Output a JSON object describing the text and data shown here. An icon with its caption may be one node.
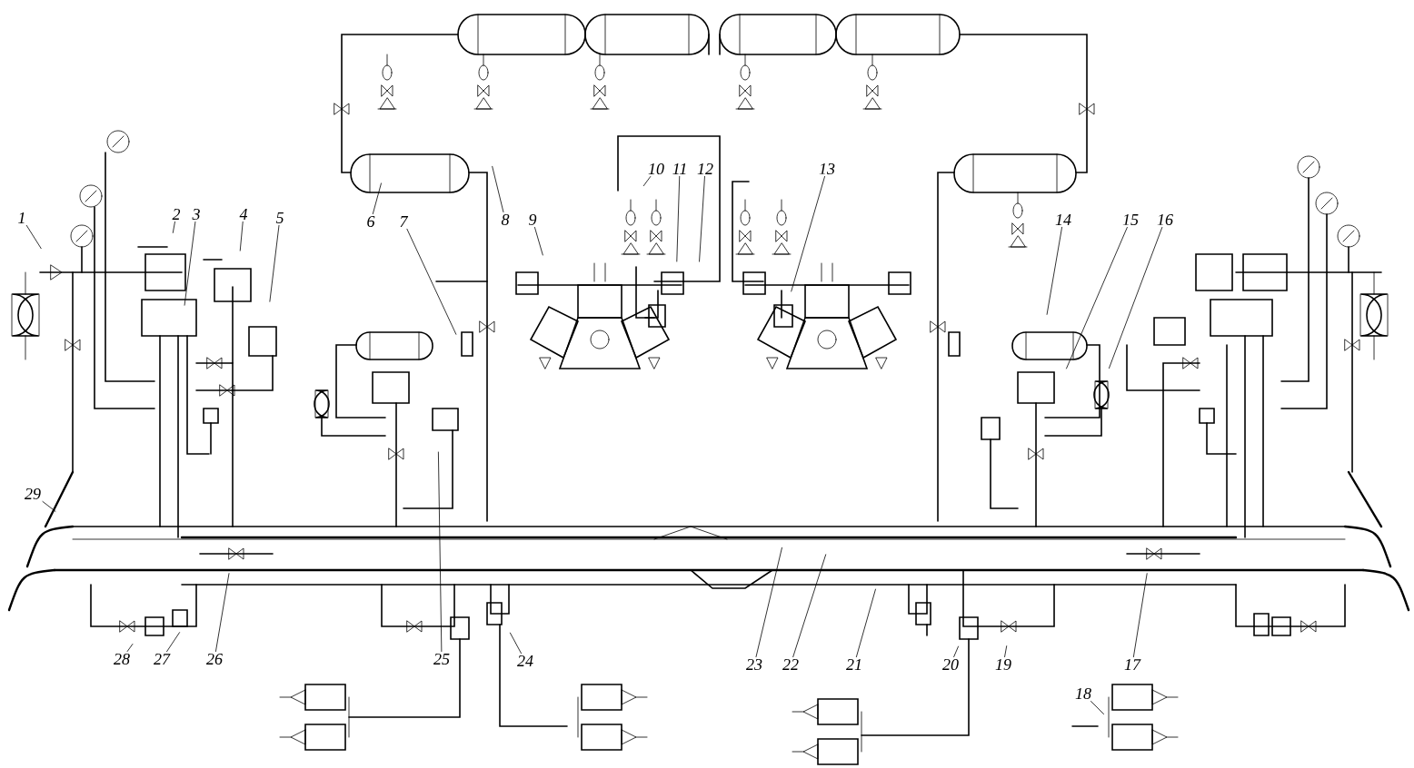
{
  "diagram": {
    "nodes": [
      {
        "text": [
          "1"
        ]
      },
      {
        "text": [
          "2"
        ]
      },
      {
        "text": [
          "3"
        ]
      },
      {
        "text": [
          "4"
        ]
      },
      {
        "text": [
          "5"
        ]
      },
      {
        "text": [
          "6"
        ]
      },
      {
        "text": [
          "7"
        ]
      },
      {
        "text": [
          "8"
        ]
      },
      {
        "text": [
          "9"
        ]
      },
      {
        "text": [
          "10"
        ]
      },
      {
        "text": [
          "11"
        ]
      },
      {
        "text": [
          "12"
        ]
      },
      {
        "text": [
          "13"
        ]
      },
      {
        "text": [
          "14"
        ]
      },
      {
        "text": [
          "15"
        ]
      },
      {
        "text": [
          "16"
        ]
      },
      {
        "text": [
          "17"
        ]
      },
      {
        "text": [
          "18"
        ]
      },
      {
        "text": [
          "19"
        ]
      },
      {
        "text": [
          "20"
        ]
      },
      {
        "text": [
          "21"
        ]
      },
      {
        "text": [
          "22"
        ]
      },
      {
        "text": [
          "23"
        ]
      },
      {
        "text": [
          "24"
        ]
      },
      {
        "text": [
          "25"
        ]
      },
      {
        "text": [
          "26"
        ]
      },
      {
        "text": [
          "27"
        ]
      },
      {
        "text": [
          "28"
        ]
      },
      {
        "text": [
          "29"
        ]
      }
    ],
    "edges": [
      {
        "from": 0,
        "to": null,
        "arrow": "none"
      },
      {
        "from": 1,
        "to": null,
        "arrow": "none"
      },
      {
        "from": 2,
        "to": null,
        "arrow": "none"
      },
      {
        "from": 3,
        "to": null,
        "arrow": "none"
      },
      {
        "from": 4,
        "to": null,
        "arrow": "none"
      },
      {
        "from": 5,
        "to": null,
        "arrow": "none"
      },
      {
        "from": 6,
        "to": null,
        "arrow": "none"
      },
      {
        "from": 7,
        "to": null,
        "arrow": "none"
      },
      {
        "from": 8,
        "to": null,
        "arrow": "none"
      },
      {
        "from": 9,
        "to": null,
        "arrow": "none"
      },
      {
        "from": 10,
        "to": null,
        "arrow": "none"
      },
      {
        "from": 11,
        "to": null,
        "arrow": "none"
      },
      {
        "from": 12,
        "to": null,
        "arrow": "none"
      },
      {
        "from": 13,
        "to": null,
        "arrow": "none"
      },
      {
        "from": 14,
        "to": null,
        "arrow": "none"
      },
      {
        "from": 15,
        "to": null,
        "arrow": "none"
      },
      {
        "from": 16,
        "to": null,
        "arrow": "none"
      },
      {
        "from": 17,
        "to": null,
        "arrow": "none"
      },
      {
        "from": 18,
        "to": null,
        "arrow": "none"
      },
      {
        "from": 19,
        "to": null,
        "arrow": "none"
      },
      {
        "from": 20,
        "to": null,
        "arrow": "none"
      },
      {
        "from": 21,
        "to": null,
        "arrow": "none"
      },
      {
        "from": 22,
        "to": null,
        "arrow": "none"
      },
      {
        "from": 23,
        "to": null,
        "arrow": "none"
      },
      {
        "from": 24,
        "to": null,
        "arrow": "none"
      },
      {
        "from": 25,
        "to": null,
        "arrow": "none"
      },
      {
        "from": 26,
        "to": null,
        "arrow": "none"
      },
      {
        "from": 27,
        "to": null,
        "arrow": "none"
      },
      {
        "from": 28,
        "to": null,
        "arrow": "none"
      }
    ]
  }
}
